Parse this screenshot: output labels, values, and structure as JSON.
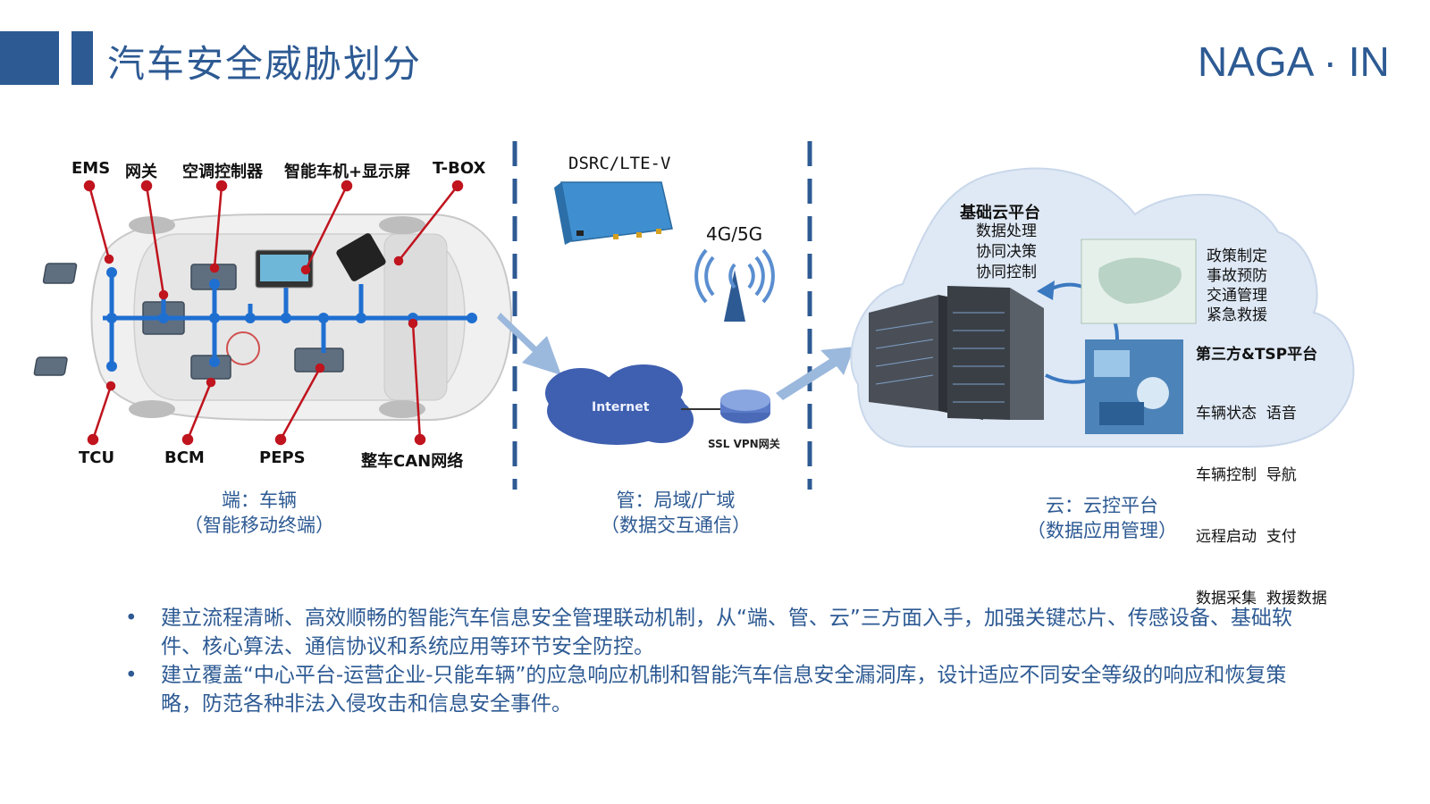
{
  "header": {
    "title": "汽车安全威胁划分",
    "brand": "NAGA · IN"
  },
  "vehicle": {
    "top_labels": [
      "EMS",
      "网关",
      "空调控制器",
      "智能车机+显示屏",
      "T-BOX"
    ],
    "bottom_labels": [
      "TCU",
      "BCM",
      "PEPS",
      "整车CAN网络"
    ],
    "caption_line1": "端：车辆",
    "caption_line2": "（智能移动终端）"
  },
  "pipe": {
    "device_label": "DSRC/LTE-V",
    "wireless_label": "4G/5G",
    "internet_label": "Internet",
    "vpn_label": "SSL VPN网关",
    "caption_line1": "管：局域/广域",
    "caption_line2": "（数据交互通信）"
  },
  "cloud": {
    "base_title": "基础云平台",
    "base_items": [
      "数据处理",
      "协同决策",
      "协同控制"
    ],
    "policy_items": [
      "政策制定",
      "事故预防",
      "交通管理",
      "紧急救援"
    ],
    "tsp_title": "第三方&TSP平台",
    "tsp_items": [
      "车辆状态  语音",
      "车辆控制  导航",
      "远程启动  支付",
      "数据采集  救援数据"
    ],
    "caption_line1": "云：云控平台",
    "caption_line2": "（数据应用管理）"
  },
  "bullets": [
    "建立流程清晰、高效顺畅的智能汽车信息安全管理联动机制，从“端、管、云”三方面入手，加强关键芯片、传感设备、基础软件、核心算法、通信协议和系统应用等环节安全防控。",
    "建立覆盖“中心平台-运营企业-只能车辆”的应急响应机制和智能汽车信息安全漏洞库，设计适应不同安全等级的响应和恢复策略，防范各种非法入侵攻击和信息安全事件。"
  ],
  "bullet_symbol": "•",
  "colors": {
    "accent": "#2d5a93",
    "pin_red": "#c0141e",
    "bus_blue": "#1f6fd1"
  }
}
